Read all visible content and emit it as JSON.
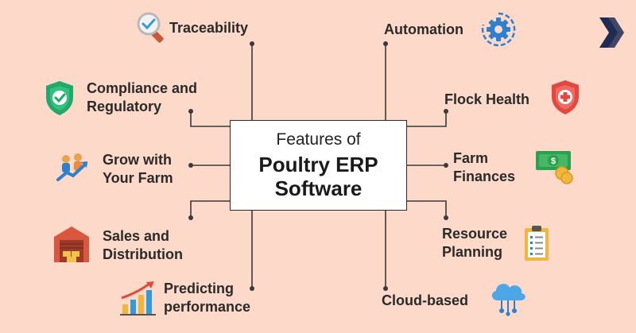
{
  "center": {
    "prefix": "Features of",
    "title_line1": "Poultry ERP",
    "title_line2": "Software"
  },
  "features": {
    "traceability": "Traceability",
    "compliance_line1": "Compliance and",
    "compliance_line2": "Regulatory",
    "grow_line1": "Grow with",
    "grow_line2": "Your Farm",
    "sales_line1": "Sales and",
    "sales_line2": "Distribution",
    "predicting_line1": "Predicting",
    "predicting_line2": "performance",
    "automation": "Automation",
    "flock_health": "Flock Health",
    "finances_line1": "Farm",
    "finances_line2": "Finances",
    "resource_line1": "Resource",
    "resource_line2": "Planning",
    "cloud": "Cloud-based"
  },
  "colors": {
    "background": "#fcd9c9",
    "line": "#3a3a3a",
    "brand": "#1f2b52"
  },
  "icons": [
    "magnifier-icon",
    "shield-check-icon",
    "growth-people-icon",
    "warehouse-icon",
    "bar-chart-rising-icon",
    "gear-cycle-icon",
    "medical-shield-icon",
    "money-coins-icon",
    "clipboard-checklist-icon",
    "cloud-network-icon",
    "chevrons-logo-icon"
  ]
}
